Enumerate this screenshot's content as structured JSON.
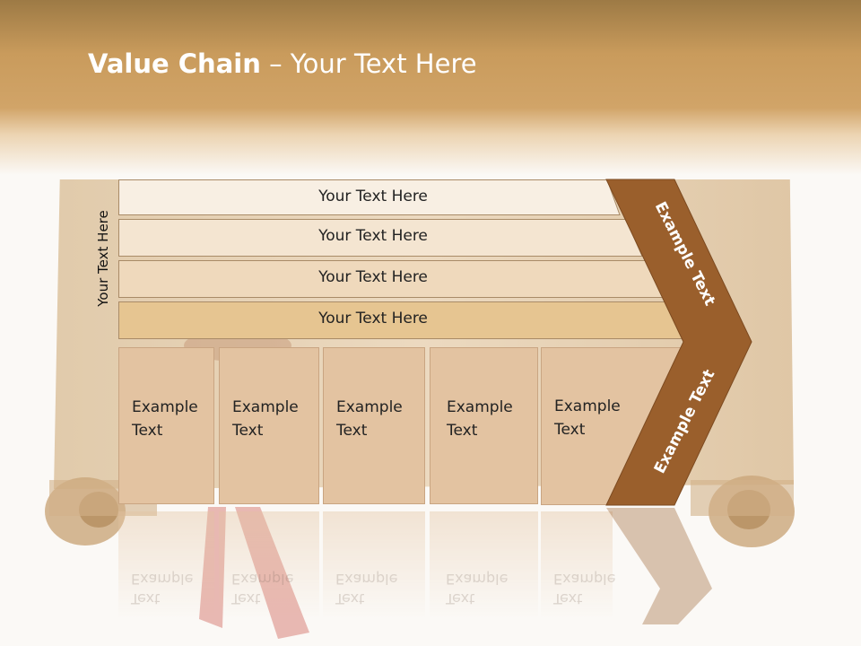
{
  "title": {
    "bold": "Value Chain",
    "rest": " – Your Text Here"
  },
  "side_label": "Your Text Here",
  "bands": [
    {
      "label": "Your Text Here"
    },
    {
      "label": "Your Text Here"
    },
    {
      "label": "Your Text Here"
    },
    {
      "label": "Your Text Here"
    }
  ],
  "boxes": [
    {
      "line1": "Example",
      "line2": "Text"
    },
    {
      "line1": "Example",
      "line2": "Text"
    },
    {
      "line1": "Example",
      "line2": "Text"
    },
    {
      "line1": "Example",
      "line2": "Text"
    },
    {
      "line1": "Example",
      "line2": "Text"
    }
  ],
  "chevron": {
    "upper": "Example Text",
    "lower": "Example Text"
  },
  "colors": {
    "header": "#c99b5c",
    "band1": "#f8efe3",
    "band2": "#f4e5d1",
    "band3": "#efd9bc",
    "band4": "#e6c591",
    "box": "#e3c3a1",
    "chevron": "#9a5f2c"
  }
}
